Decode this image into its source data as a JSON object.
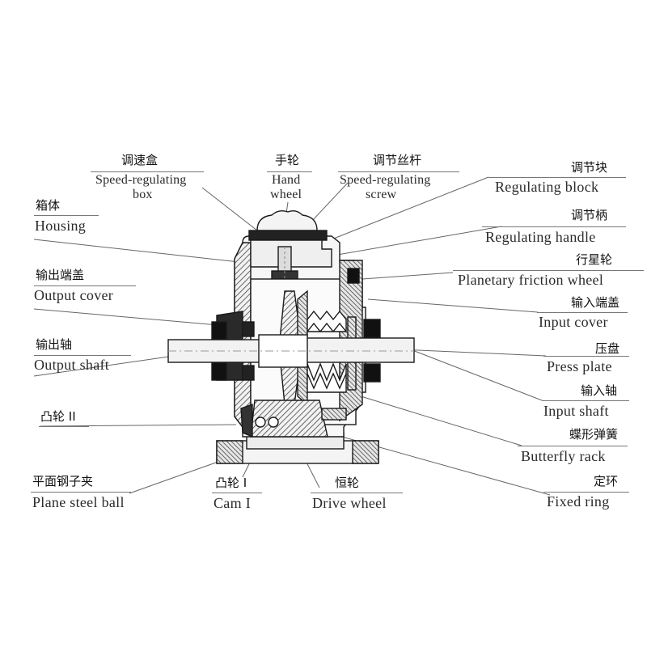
{
  "labels": {
    "speed_regulating_box": {
      "cn": "调速盒",
      "en1": "Speed-regulating",
      "en2": "box"
    },
    "hand_wheel": {
      "cn": "手轮",
      "en1": "Hand",
      "en2": "wheel"
    },
    "speed_regulating_screw": {
      "cn": "调节丝杆",
      "en1": "Speed-regulating",
      "en2": "screw"
    },
    "regulating_block": {
      "cn": "调节块",
      "en": "Regulating block"
    },
    "housing": {
      "cn": "箱体",
      "en": "Housing"
    },
    "regulating_handle": {
      "cn": "调节柄",
      "en": "Regulating handle"
    },
    "output_cover": {
      "cn": "输出端盖",
      "en": "Output cover"
    },
    "planetary_friction_wheel": {
      "cn": "行星轮",
      "en": "Planetary friction wheel"
    },
    "input_cover": {
      "cn": "输入端盖",
      "en": "Input cover"
    },
    "output_shaft": {
      "cn": "输出轴",
      "en": "Output shaft"
    },
    "press_plate": {
      "cn": "压盘",
      "en": "Press plate"
    },
    "input_shaft": {
      "cn": "输入轴",
      "en": "Input shaft"
    },
    "cam_ii": {
      "cn": "凸轮 II",
      "en": ""
    },
    "butterfly_rack": {
      "cn": "蝶形弹簧",
      "en": "Butterfly rack"
    },
    "plane_steel_ball": {
      "cn": "平面钢子夹",
      "en": "Plane steel ball"
    },
    "cam_i": {
      "cn": "凸轮 I",
      "en": "Cam I"
    },
    "drive_wheel": {
      "cn": "恒轮",
      "en": "Drive wheel"
    },
    "fixed_ring": {
      "cn": "定环",
      "en": "Fixed ring"
    }
  },
  "colors": {
    "ink": "#1a1a1a",
    "metal": "#d9d9d9",
    "hatch": "#555555",
    "leader": "#666666"
  }
}
